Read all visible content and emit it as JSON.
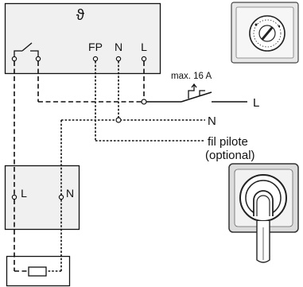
{
  "thermostat": {
    "symbol": "ϑ",
    "terminals": {
      "fp": "FP",
      "n": "N",
      "l": "L"
    }
  },
  "switch": {
    "rating": "max. 16 A"
  },
  "supply_lines": {
    "phase": "L",
    "neutral": "N",
    "pilot_line1": "fil pilote",
    "pilot_line2": "(optional)"
  },
  "heater_box": {
    "phase": "L",
    "neutral": "N"
  },
  "colors": {
    "ink": "#111111",
    "panel": "#f0f0f0",
    "background": "#ffffff",
    "plate": "#dcdcdc"
  }
}
